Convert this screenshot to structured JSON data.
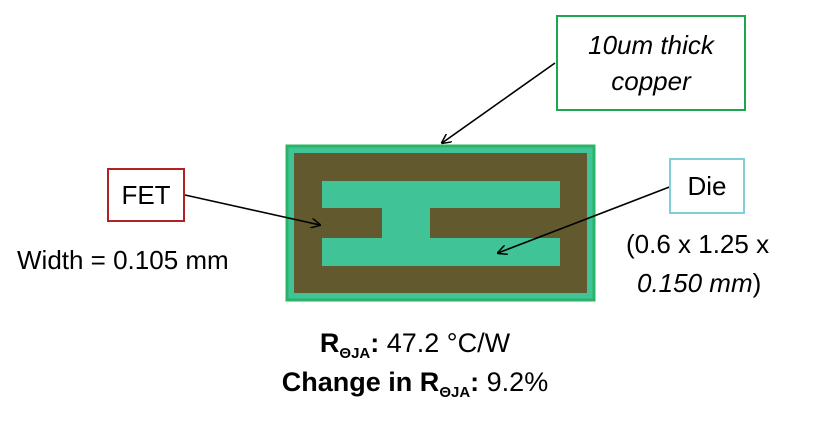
{
  "callouts": {
    "copper_line1": "10um thick",
    "copper_line2": "copper",
    "fet": "FET",
    "die": "Die"
  },
  "fet_width": "Width = 0.105 mm",
  "die_dims": {
    "line1": "(0.6 x 1.25 x",
    "line2_italic": "0.150 mm",
    "line2_end": ")"
  },
  "results": {
    "r_symbol": "R",
    "r_sub": "ΘJA",
    "r_sep": ":",
    "r_value": " 47.2 °C/W",
    "change_label": "Change in R",
    "change_sub": "ΘJA",
    "change_sep": ":",
    "change_value": " 9.2%"
  },
  "colors": {
    "copper_border": "#2bb467",
    "substrate": "#625a2e",
    "die_fill": "#40c396",
    "copper_callout_border": "#1ea64e",
    "fet_callout_border": "#b22222",
    "die_callout_border": "#7fcfd6"
  }
}
